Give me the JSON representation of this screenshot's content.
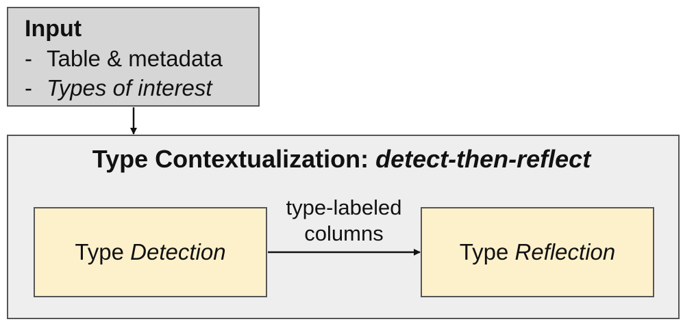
{
  "input": {
    "title": "Input",
    "items": [
      {
        "dash": "-",
        "text": "Table & metadata"
      },
      {
        "dash": "-",
        "text": "Types of interest"
      }
    ]
  },
  "contextualization": {
    "title_plain": "Type Contextualization: ",
    "title_italic": "detect-then-reflect"
  },
  "detection": {
    "prefix": "Type ",
    "emphasis": "Detection"
  },
  "reflection": {
    "prefix": "Type ",
    "emphasis": "Reflection"
  },
  "edge": {
    "line1": "type-labeled",
    "line2": "columns"
  },
  "colors": {
    "input_fill": "#d6d6d6",
    "outer_fill": "#eeeeee",
    "stage_fill": "#fdf1cc",
    "border": "#555555"
  }
}
